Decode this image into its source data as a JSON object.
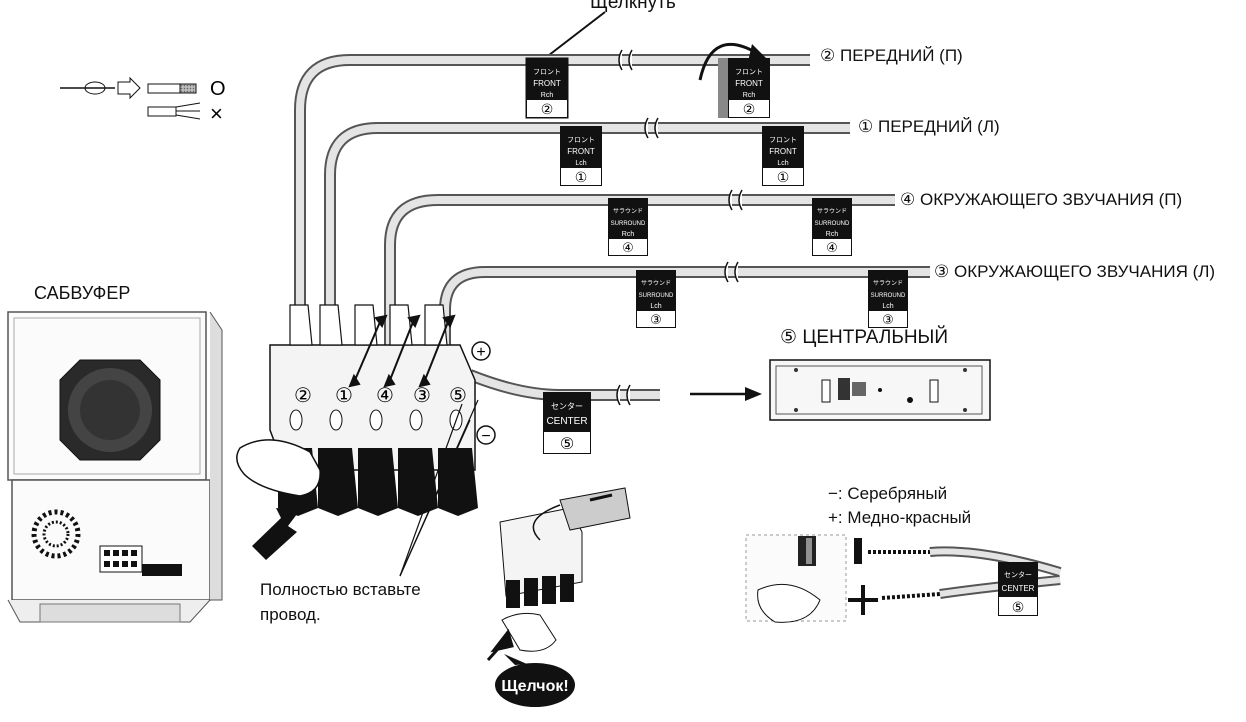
{
  "top_label": "Щелкнуть",
  "channels": [
    {
      "num": "②",
      "label": "ПЕРЕДНИЙ (П)",
      "tag_top": "フロント",
      "tag_mid": "FRONT",
      "tag_ch": "Rch"
    },
    {
      "num": "①",
      "label": "ПЕРЕДНИЙ (Л)",
      "tag_top": "フロント",
      "tag_mid": "FRONT",
      "tag_ch": "Lch"
    },
    {
      "num": "④",
      "label": "ОКРУЖАЮЩЕГО ЗВУЧАНИЯ (П)",
      "tag_top": "サラウンド",
      "tag_mid": "SURROUND",
      "tag_ch": "Rch"
    },
    {
      "num": "③",
      "label": "ОКРУЖАЮЩЕГО ЗВУЧАНИЯ (Л)",
      "tag_top": "サラウンド",
      "tag_mid": "SURROUND",
      "tag_ch": "Lch"
    }
  ],
  "center": {
    "num": "⑤",
    "label": "ЦЕНТРАЛЬНЫЙ",
    "tag_top": "センター",
    "tag_mid": "CENTER"
  },
  "subwoofer_label": "САБВУФЕР",
  "terminal_numbers": [
    "②",
    "①",
    "④",
    "③",
    "⑤"
  ],
  "plus_sign": "+",
  "minus_sign": "−",
  "ok_mark": "O",
  "bad_mark": "×",
  "insert_note_line1": "Полностью вставьте",
  "insert_note_line2": "провод.",
  "click_bubble": "Щелчок!",
  "legend_minus": "−: Серебряный",
  "legend_plus": "+: Медно-красный"
}
